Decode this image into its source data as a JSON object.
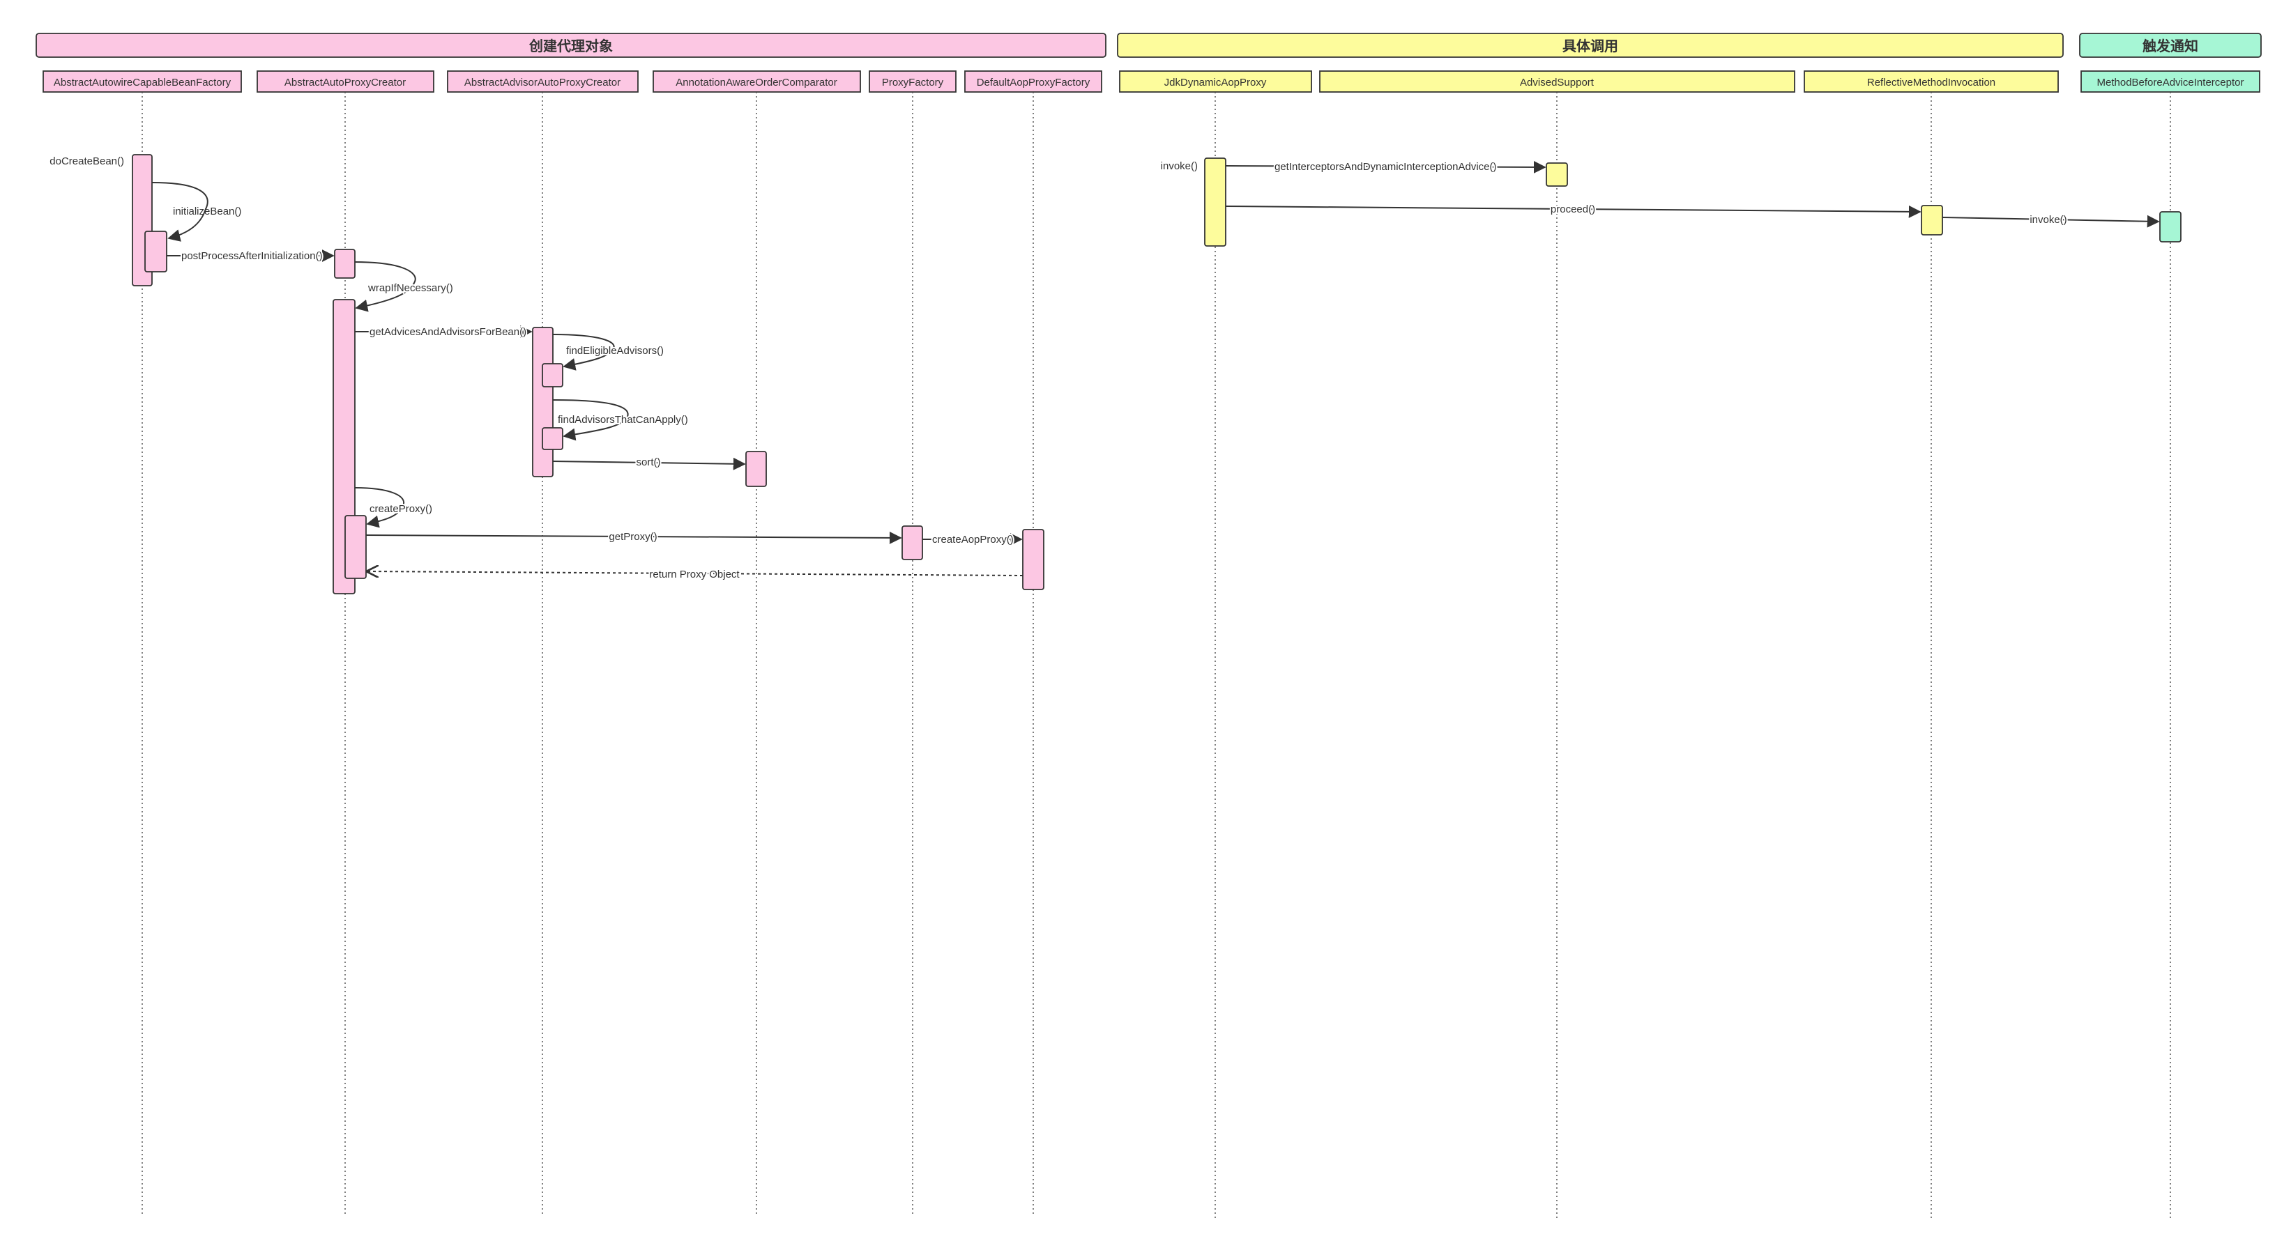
{
  "colors": {
    "pink": "#fcc7e3",
    "yellow": "#fdfc9c",
    "green": "#a6f6d5",
    "stroke": "#333333"
  },
  "groups": [
    {
      "id": "create",
      "title": "创建代理对象",
      "color": "pink"
    },
    {
      "id": "invoke",
      "title": "具体调用",
      "color": "yellow"
    },
    {
      "id": "notify",
      "title": "触发通知",
      "color": "green"
    }
  ],
  "participants": [
    {
      "id": "p1",
      "label": "AbstractAutowireCapableBeanFactory",
      "group": "create"
    },
    {
      "id": "p2",
      "label": "AbstractAutoProxyCreator",
      "group": "create"
    },
    {
      "id": "p3",
      "label": "AbstractAdvisorAutoProxyCreator",
      "group": "create"
    },
    {
      "id": "p4",
      "label": "AnnotationAwareOrderComparator",
      "group": "create"
    },
    {
      "id": "p5",
      "label": "ProxyFactory",
      "group": "create"
    },
    {
      "id": "p6",
      "label": "DefaultAopProxyFactory",
      "group": "create"
    },
    {
      "id": "p7",
      "label": "JdkDynamicAopProxy",
      "group": "invoke"
    },
    {
      "id": "p8",
      "label": "AdvisedSupport",
      "group": "invoke"
    },
    {
      "id": "p9",
      "label": "ReflectiveMethodInvocation",
      "group": "invoke"
    },
    {
      "id": "p10",
      "label": "MethodBeforeAdviceInterceptor",
      "group": "notify"
    }
  ],
  "messages": [
    {
      "label": "doCreateBean()",
      "from": "",
      "to": "p1",
      "kind": "found"
    },
    {
      "label": "initializeBean()",
      "from": "p1",
      "to": "p1",
      "kind": "self"
    },
    {
      "label": "postProcessAfterInitialization()",
      "from": "p1",
      "to": "p2",
      "kind": "call"
    },
    {
      "label": "wrapIfNecessary()",
      "from": "p2",
      "to": "p2",
      "kind": "self"
    },
    {
      "label": "getAdvicesAndAdvisorsForBean()",
      "from": "p2",
      "to": "p3",
      "kind": "call"
    },
    {
      "label": "findEligibleAdvisors()",
      "from": "p3",
      "to": "p3",
      "kind": "self"
    },
    {
      "label": "findAdvisorsThatCanApply()",
      "from": "p3",
      "to": "p3",
      "kind": "self"
    },
    {
      "label": "sort()",
      "from": "p3",
      "to": "p4",
      "kind": "call"
    },
    {
      "label": "createProxy()",
      "from": "p2",
      "to": "p2",
      "kind": "self"
    },
    {
      "label": "getProxy()",
      "from": "p2",
      "to": "p5",
      "kind": "call"
    },
    {
      "label": "createAopProxy()",
      "from": "p5",
      "to": "p6",
      "kind": "call"
    },
    {
      "label": "return Proxy Object",
      "from": "p6",
      "to": "p2",
      "kind": "return"
    },
    {
      "label": "invoke()",
      "from": "",
      "to": "p7",
      "kind": "found"
    },
    {
      "label": "getInterceptorsAndDynamicInterceptionAdvice()",
      "from": "p7",
      "to": "p8",
      "kind": "call"
    },
    {
      "label": "proceed()",
      "from": "p7",
      "to": "p9",
      "kind": "call"
    },
    {
      "label": "invoke()",
      "from": "p9",
      "to": "p10",
      "kind": "call"
    }
  ]
}
